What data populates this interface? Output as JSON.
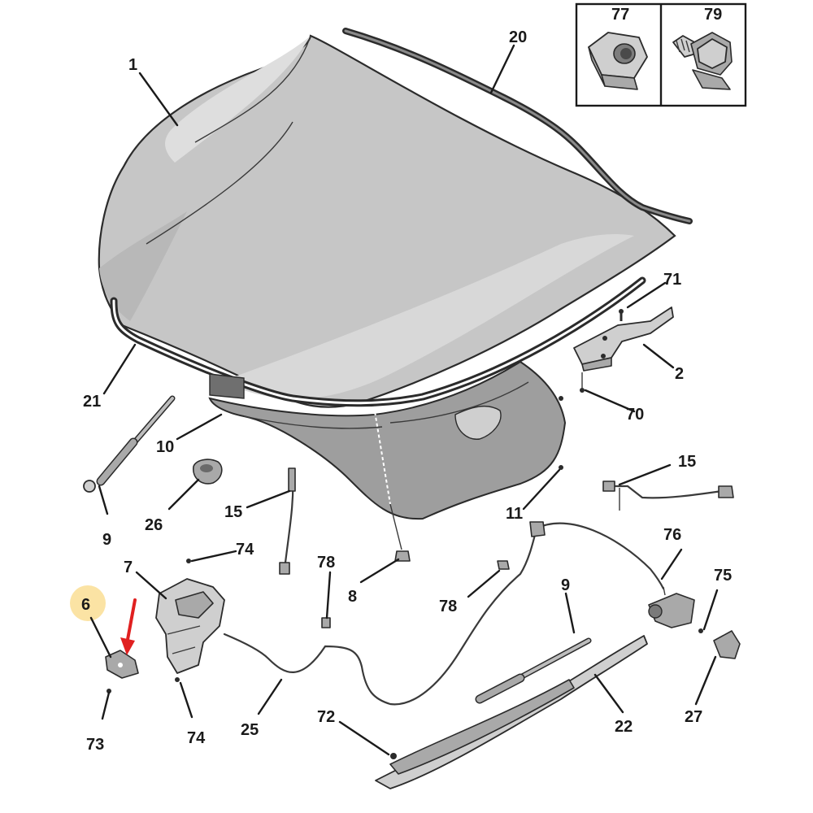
{
  "accent": {
    "highlight": "#fbe3a4",
    "arrow": "#e02020",
    "part_fill": "#cfcfcf",
    "line": "#1a1a1a"
  },
  "callouts": {
    "c1": "1",
    "c2": "2",
    "c6": "6",
    "c7": "7",
    "c8": "8",
    "c9a": "9",
    "c9b": "9",
    "c10": "10",
    "c11": "11",
    "c15a": "15",
    "c15b": "15",
    "c20": "20",
    "c21": "21",
    "c22": "22",
    "c25": "25",
    "c26": "26",
    "c27": "27",
    "c70": "70",
    "c71": "71",
    "c72": "72",
    "c73": "73",
    "c74a": "74",
    "c74b": "74",
    "c75": "75",
    "c76": "76",
    "c77": "77",
    "c78a": "78",
    "c78b": "78",
    "c79": "79"
  },
  "highlighted_part": "6",
  "icons": [
    "nut-icon",
    "bolt-icon",
    "red-arrow-icon"
  ]
}
